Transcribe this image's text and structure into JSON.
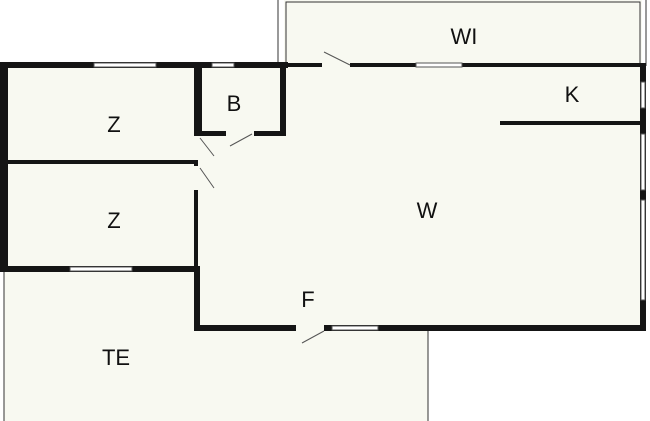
{
  "floorplan": {
    "rooms": [
      {
        "id": "wi",
        "label": "WI"
      },
      {
        "id": "k",
        "label": "K"
      },
      {
        "id": "b",
        "label": "B"
      },
      {
        "id": "z1",
        "label": "Z"
      },
      {
        "id": "z2",
        "label": "Z"
      },
      {
        "id": "w",
        "label": "W"
      },
      {
        "id": "f",
        "label": "F"
      },
      {
        "id": "te",
        "label": "TE"
      }
    ],
    "colors": {
      "floor": "#f8f9f1",
      "wall": "#151515",
      "background": "#ffffff"
    }
  }
}
